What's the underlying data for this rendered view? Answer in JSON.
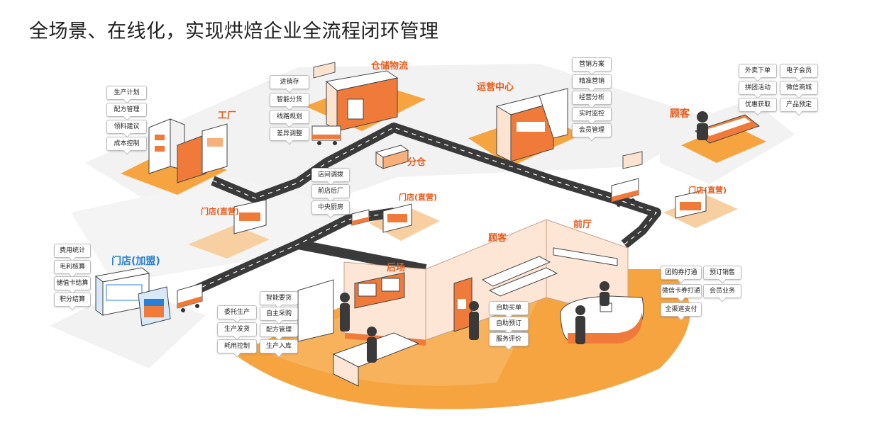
{
  "title": "全场景、在线化，实现烘焙企业全流程闭环管理",
  "colors": {
    "orange": "#f5a43f",
    "orange_dark": "#e8641e",
    "road": "#3c3c3c",
    "pale": "#f0f0f0",
    "blue": "#2a7fd4"
  },
  "zones": {
    "factory": "工厂",
    "warehouse": "仓储物流",
    "ops_center": "运营中心",
    "customer_top": "顾客",
    "branch_warehouse": "分仓",
    "store_direct_left": "门店(直营)",
    "store_direct_mid": "门店(直营)",
    "store_direct_right": "门店(直营)",
    "store_franchise": "门店(加盟)",
    "backroom": "后场",
    "customer_area": "顾客",
    "front_hall": "前厅"
  },
  "tags": {
    "factory": [
      "生产计划",
      "配方管理",
      "领料建议",
      "成本控制"
    ],
    "warehouse": [
      "进销存",
      "智能分货",
      "线路规划",
      "差异调整"
    ],
    "ops": [
      "营销方案",
      "精准营销",
      "经营分析",
      "实时监控",
      "会员管理"
    ],
    "customer": [
      "外卖下单",
      "电子会员",
      "拼团活动",
      "微信商城",
      "优惠获取",
      "产品预定"
    ],
    "transfer": [
      "店间调拨",
      "前店后厂",
      "中央厨房"
    ],
    "franchise": [
      "费用统计",
      "毛利核算",
      "储值卡结算",
      "积分结算"
    ],
    "production": [
      "委托生产",
      "生产发货",
      "耗用控制"
    ],
    "kitchen": [
      "智能要货",
      "自主采购",
      "配方管理",
      "生产入库"
    ],
    "self_service": [
      "自助买单",
      "自助预订",
      "服务评价"
    ],
    "front": [
      "团购券打通",
      "预订销售",
      "微信卡券打通",
      "会员业务",
      "全渠道支付"
    ]
  }
}
